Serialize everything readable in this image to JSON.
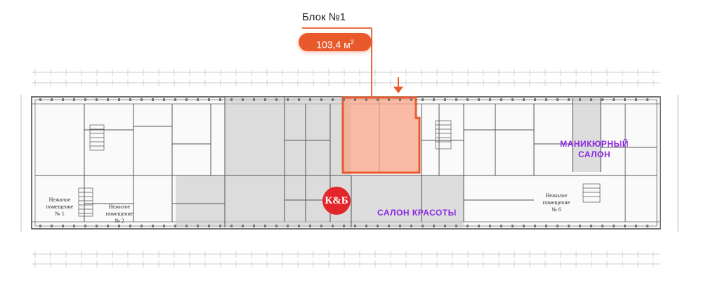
{
  "header": {
    "block_label": "Блок №1",
    "area_value": "103,4 м",
    "area_unit_sup": "2"
  },
  "labels": {
    "manicure_line1": "МАНИКЮРНЫЙ",
    "manicure_line2": "САЛОН",
    "beauty_salon": "САЛОН КРАСОТЫ",
    "logo_text": "К&Б",
    "nonres_line1": "Нежилое",
    "nonres_line2": "помещение",
    "nonres_1": "№ 1",
    "nonres_2": "№ 2",
    "nonres_6": "№ 6"
  },
  "colors": {
    "highlight": "#e85a2c",
    "salon_text": "#8a2be2",
    "logo_bg": "#e2262b",
    "shaded_zone": "#c9c9c9"
  }
}
